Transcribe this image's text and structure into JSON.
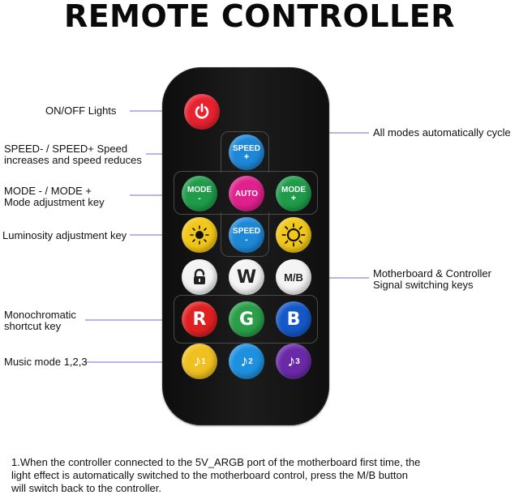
{
  "title": "REMOTE CONTROLLER",
  "callouts": {
    "onoff": "ON/OFF Lights",
    "speed_line1": "SPEED- / SPEED+ Speed",
    "speed_line2": "increases and speed reduces",
    "mode_line1": "MODE - / MODE +",
    "mode_line2": "Mode adjustment key",
    "luminosity": "Luminosity adjustment key",
    "mono_line1": "Monochromatic",
    "mono_line2": "shortcut key",
    "music": "Music mode 1,2,3",
    "auto": "All modes automatically cycle",
    "mb_line1": "Motherboard & Controller",
    "mb_line2": "Signal switching keys"
  },
  "buttons": {
    "speed_up_label": "SPEED",
    "speed_up_sign": "+",
    "mode_down_label": "MODE",
    "mode_down_sign": "-",
    "auto_label": "AUTO",
    "mode_up_label": "MODE",
    "mode_up_sign": "+",
    "speed_down_label": "SPEED",
    "speed_down_sign": "-",
    "w_label": "W",
    "mb_label": "M/B",
    "r_label": "R",
    "g_label": "G",
    "b_label": "B",
    "music1_num": "1",
    "music2_num": "2",
    "music3_num": "3"
  },
  "colors": {
    "power": "#e8212f",
    "speed": "#1e88d8",
    "mode": "#1f9c4a",
    "auto": "#e0208c",
    "luminosity": "#f2c718",
    "white_btn": "#f4f4f4",
    "red": "#e02020",
    "green": "#2a9e48",
    "blue": "#1458c8",
    "music1": "#f0c020",
    "music2": "#1e90e0",
    "music3": "#6a2aa8"
  },
  "note": {
    "line1": "1.When the controller connected to the 5V_ARGB port of the motherboard first time, the",
    "line2": "light effect is automatically switched to the motherboard control, press the M/B button",
    "line3": "will switch back to the controller."
  }
}
